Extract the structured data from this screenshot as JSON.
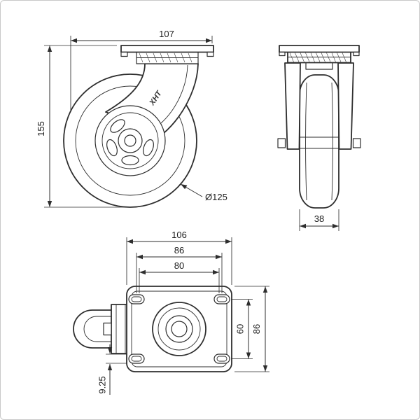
{
  "canvas": {
    "background": "#ffffff",
    "frame_color": "#c8c8c8",
    "line_color": "#2e2e2e",
    "text_color": "#1d1d1d"
  },
  "drawing": {
    "subject": "swivel-top-plate-caster-technical-drawing",
    "brand_mark": "XHT",
    "views": {
      "side": {
        "name": "side-view",
        "dimensions": {
          "plate_length": "107",
          "overall_height": "155",
          "wheel_diameter": "Ø125"
        }
      },
      "front": {
        "name": "front-view",
        "dimensions": {
          "wheel_width": "38"
        }
      },
      "plan": {
        "name": "plan-view",
        "dimensions": {
          "plate_width": "106",
          "bolt_hole_span_outer": "86",
          "bolt_hole_span_inner": "80",
          "bolt_hole_span_vertical": "60",
          "plate_depth": "86",
          "bolt_slot_width": "9.25"
        }
      }
    }
  }
}
